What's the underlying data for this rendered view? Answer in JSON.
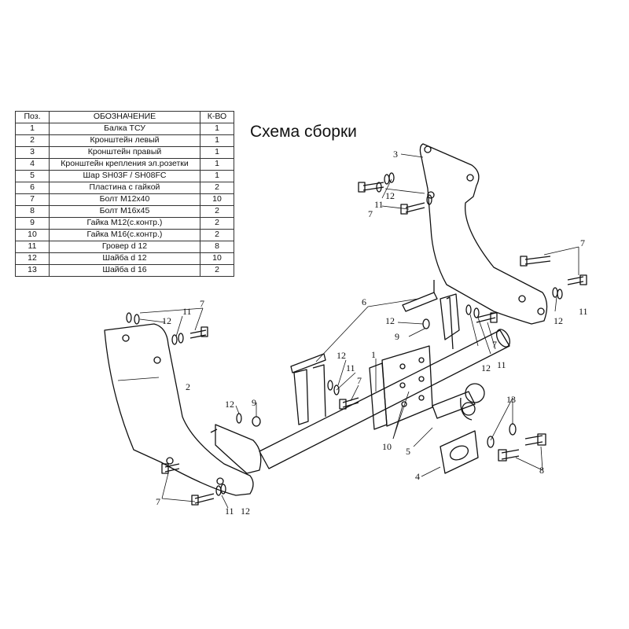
{
  "title": "Схема сборки",
  "table": {
    "headers": [
      "Поз.",
      "ОБОЗНАЧЕНИЕ",
      "К-ВО"
    ],
    "rows": [
      {
        "pos": "1",
        "name": "Балка ТСУ",
        "qty": "1"
      },
      {
        "pos": "2",
        "name": "Кронштейн левый",
        "qty": "1"
      },
      {
        "pos": "3",
        "name": "Кронштейн правый",
        "qty": "1"
      },
      {
        "pos": "4",
        "name": "Кронштейн крепления эл.розетки",
        "qty": "1"
      },
      {
        "pos": "5",
        "name": "Шар SH03F / SH08FC",
        "qty": "1"
      },
      {
        "pos": "6",
        "name": "Пластина с гайкой",
        "qty": "2"
      },
      {
        "pos": "7",
        "name": "Болт М12х40",
        "qty": "10"
      },
      {
        "pos": "8",
        "name": "Болт М16х45",
        "qty": "2"
      },
      {
        "pos": "9",
        "name": "Гайка М12(с.контр.)",
        "qty": "2"
      },
      {
        "pos": "10",
        "name": "Гайка М16(с.контр.)",
        "qty": "2"
      },
      {
        "pos": "11",
        "name": "Гровер d 12",
        "qty": "8"
      },
      {
        "pos": "12",
        "name": "Шайба d 12",
        "qty": "10"
      },
      {
        "pos": "13",
        "name": "Шайба d 16",
        "qty": "2"
      }
    ]
  },
  "callouts": [
    "1",
    "2",
    "3",
    "4",
    "5",
    "6",
    "7",
    "8",
    "9",
    "10",
    "11",
    "12",
    "13"
  ]
}
